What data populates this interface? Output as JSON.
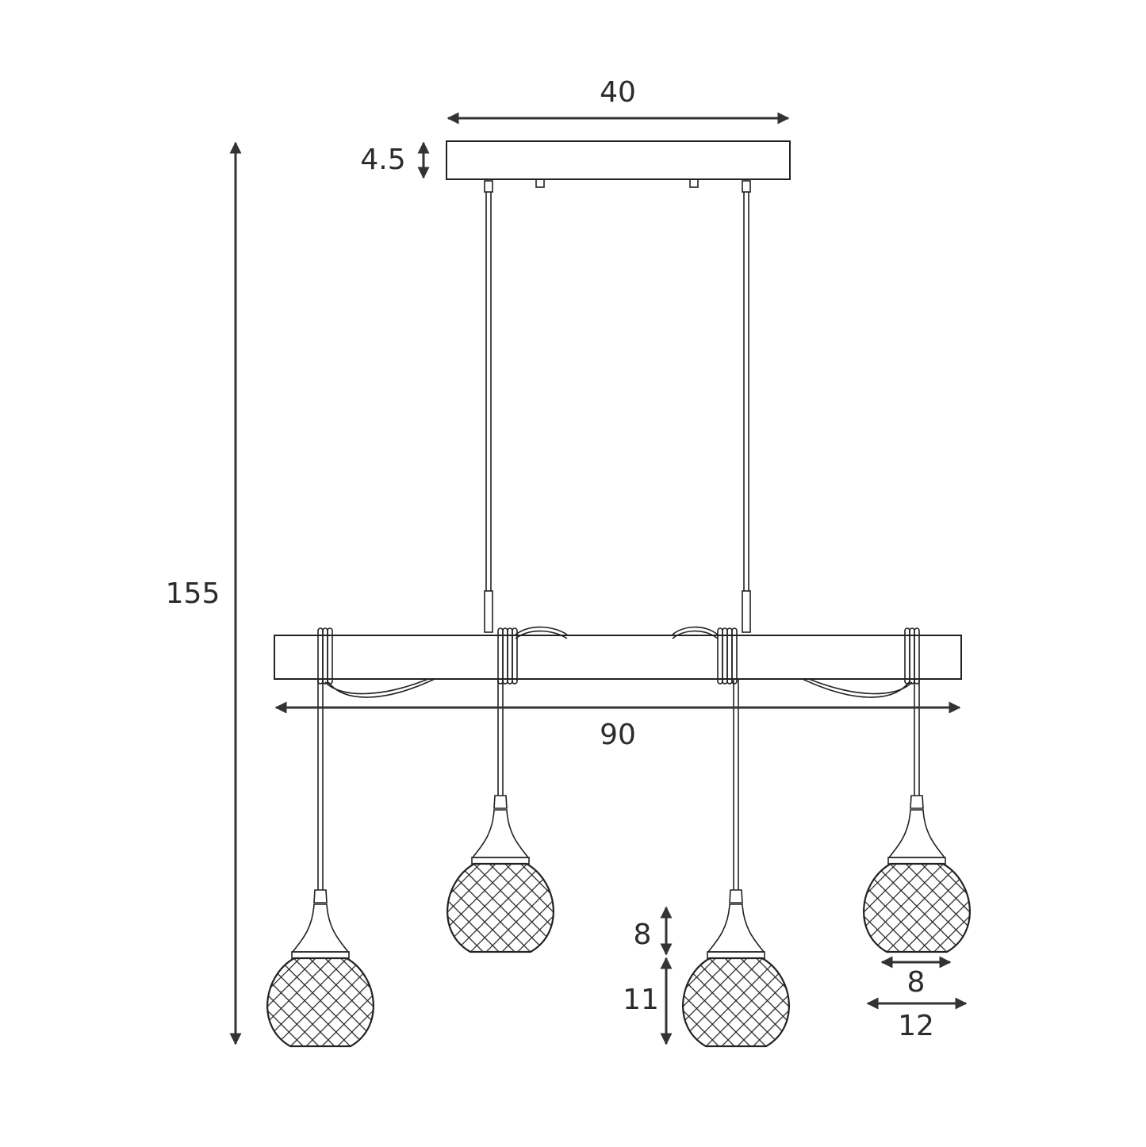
{
  "dimensions": {
    "canopy_width": "40",
    "canopy_height": "4.5",
    "total_height": "155",
    "bar_width": "90",
    "shade_top_height": "8",
    "shade_globe_height": "11",
    "shade_inner_width": "8",
    "shade_outer_width": "12"
  },
  "colors": {
    "line": "#222222",
    "dimension": "#333333",
    "background": "#ffffff"
  }
}
